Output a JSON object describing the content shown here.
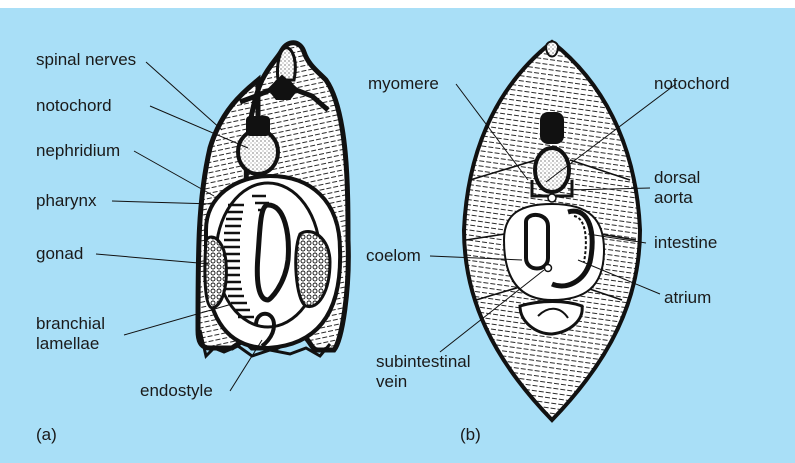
{
  "colors": {
    "background": "#a9dff7",
    "ink": "#111111",
    "tissue": "#ffffff"
  },
  "panel_a": {
    "caption": "(a)",
    "labels": {
      "spinal_nerves": "spinal nerves",
      "notochord": "notochord",
      "nephridium": "nephridium",
      "pharynx": "pharynx",
      "gonad": "gonad",
      "branchial_lamellae": "branchial\nlamellae",
      "endostyle": "endostyle"
    }
  },
  "panel_b": {
    "caption": "(b)",
    "labels": {
      "myomere": "myomere",
      "notochord": "notochord",
      "dorsal_aorta": "dorsal\naorta",
      "intestine": "intestine",
      "coelom": "coelom",
      "atrium": "atrium",
      "subintestinal_vein": "subintestinal\nvein"
    }
  }
}
